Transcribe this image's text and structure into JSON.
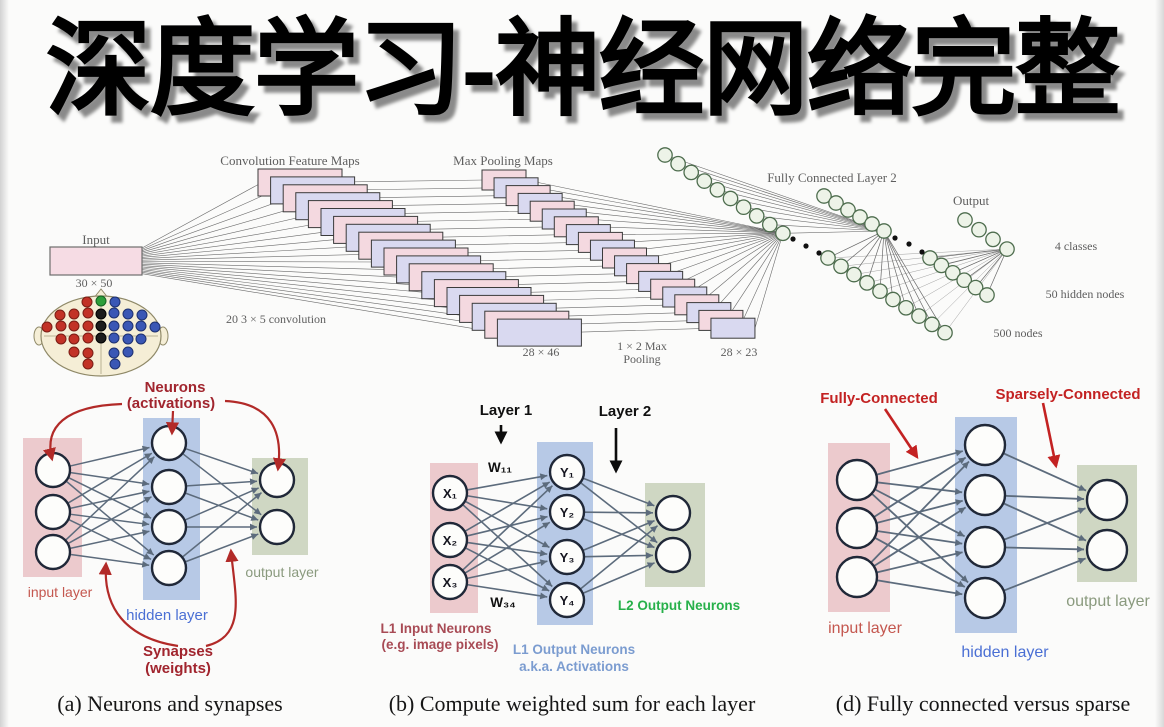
{
  "title": "深度学习-神经网络完整",
  "cnn_figure": {
    "labels": {
      "convolution_maps": "Convolution Feature Maps",
      "max_pooling_maps": "Max Pooling Maps",
      "fully_connected_layer2": "Fully Connected Layer 2",
      "output": "Output",
      "input": "Input",
      "input_size": "30 × 50",
      "convolution_note": "20 3 × 5 convolution",
      "conv_map_size": "28 × 46",
      "pooling_note_line1": "1 × 2 Max",
      "pooling_note_line2": "Pooling",
      "pooled_map_size": "28 × 23",
      "classes": "4 classes",
      "hidden_nodes": "50 hidden nodes",
      "fc_nodes": "500 nodes"
    },
    "map_count": 20
  },
  "panel_a": {
    "caption": "(a) Neurons and synapses",
    "neurons_line1": "Neurons",
    "neurons_line2": "(activations)",
    "synapses_line1": "Synapses",
    "synapses_line2": "(weights)",
    "input_layer": "input layer",
    "hidden_layer": "hidden layer",
    "output_layer": "output layer"
  },
  "panel_b": {
    "caption": "(b) Compute weighted sum for each layer",
    "layer1": "Layer 1",
    "layer2": "Layer 2",
    "w11": "W₁₁",
    "w34": "W₃₄",
    "input_nodes": [
      "X₁",
      "X₂",
      "X₃"
    ],
    "hidden_nodes": [
      "Y₁",
      "Y₂",
      "Y₃",
      "Y₄"
    ],
    "l1_input_line1": "L1 Input Neurons",
    "l1_input_line2": "(e.g. image pixels)",
    "l1_output_line1": "L1 Output Neurons",
    "l1_output_line2": "a.k.a. Activations",
    "l2_output": "L2 Output Neurons"
  },
  "panel_d": {
    "caption": "(d) Fully connected versus sparse",
    "fully_connected": "Fully-Connected",
    "sparsely_connected": "Sparsely-Connected",
    "input_layer": "input layer",
    "hidden_layer": "hidden layer",
    "output_layer": "output layer"
  },
  "colors": {
    "annotation_red": "#b22a28",
    "connected_label_red": "#c32222",
    "layer_label_blue": "#4a6fd4",
    "input_label_red": "#c4574f",
    "output_label_olive": "#8a9a7e",
    "l2_output_green": "#27b04a",
    "l1_output_blue": "#7b9cd0",
    "l1_input_red": "#a84b55",
    "panel_pink": "#eccacd",
    "panel_blue": "#b7c9e6",
    "panel_green": "#cfd7c3",
    "map_pink": "#f4d9e0",
    "map_lavender": "#d9d9f0",
    "node_fill": "#edf3e8"
  }
}
